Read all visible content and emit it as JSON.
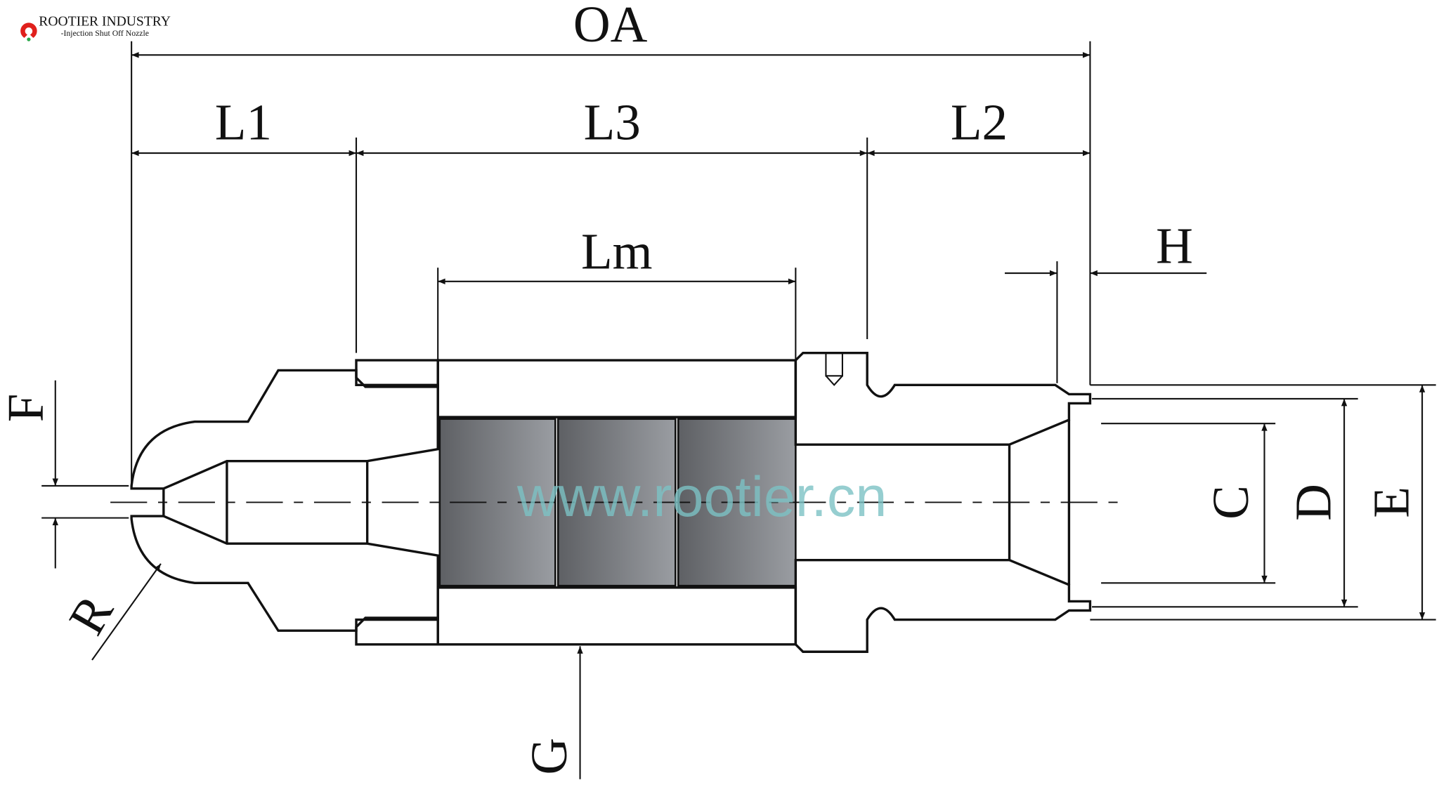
{
  "logo": {
    "company": "ROOTIER INDUSTRY",
    "subtitle": "-Injection Shut Off Nozzle",
    "brand_color": "#e0201c",
    "accent_color": "#2aa84a"
  },
  "watermark": "www.rootier.cn",
  "dimensions": {
    "oa": "OA",
    "l1": "L1",
    "l3": "L3",
    "l2": "L2",
    "lm": "Lm",
    "h": "H",
    "f": "F",
    "r": "R",
    "g": "G",
    "c": "C",
    "d": "D",
    "e": "E"
  }
}
